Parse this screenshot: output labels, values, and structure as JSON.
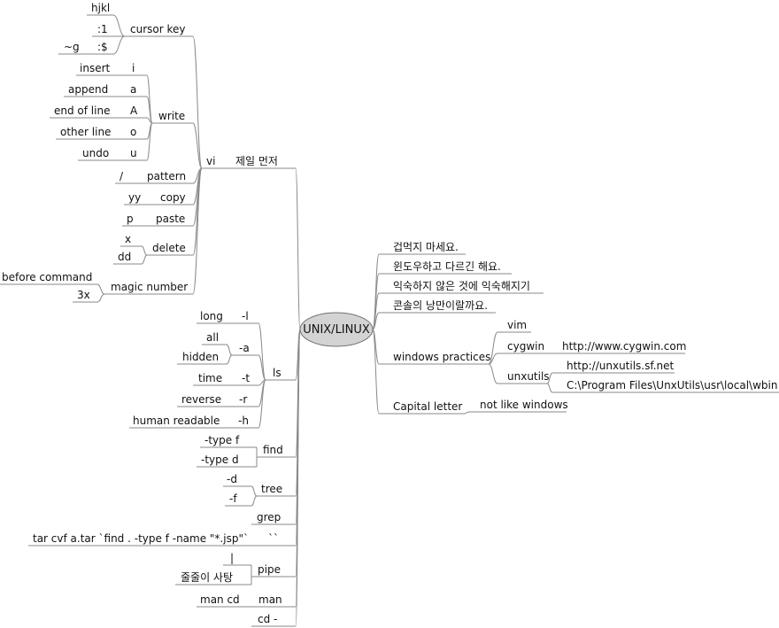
{
  "root": "UNIX/LINUX",
  "colors": {
    "root_fill": "#d3d3d3",
    "root_stroke": "#707070",
    "line": "#8a8a8a",
    "text": "#111111"
  },
  "left": {
    "first": "제일 먼저",
    "vi": {
      "label": "vi",
      "cursor_key": {
        "label": "cursor key",
        "items": [
          "hjkl",
          ":1",
          ":$",
          "~g"
        ]
      },
      "write": {
        "label": "write",
        "items": [
          {
            "key": "i",
            "desc": "insert"
          },
          {
            "key": "a",
            "desc": "append"
          },
          {
            "key": "A",
            "desc": "end of line"
          },
          {
            "key": "o",
            "desc": "other line"
          },
          {
            "key": "u",
            "desc": "undo"
          }
        ]
      },
      "pattern": {
        "label": "pattern",
        "key": "/"
      },
      "copy": {
        "label": "copy",
        "key": "yy"
      },
      "paste": {
        "label": "paste",
        "key": "p"
      },
      "delete": {
        "label": "delete",
        "keys": [
          "x",
          "dd"
        ]
      },
      "magic_number": {
        "label": "magic number",
        "items": [
          "before command",
          "3x"
        ]
      }
    },
    "ls": {
      "label": "ls",
      "options": [
        {
          "flag": "-l",
          "items": [
            "long"
          ]
        },
        {
          "flag": "-a",
          "items": [
            "all",
            "hidden"
          ]
        },
        {
          "flag": "-t",
          "items": [
            "time"
          ]
        },
        {
          "flag": "-r",
          "items": [
            "reverse"
          ]
        },
        {
          "flag": "-h",
          "items": [
            "human readable"
          ]
        }
      ]
    },
    "find": {
      "label": "find",
      "items": [
        "-type f",
        "-type d"
      ]
    },
    "tree": {
      "label": "tree",
      "items": [
        "-d",
        "-f"
      ]
    },
    "grep": "grep",
    "backtick": {
      "label": "``",
      "example": "tar cvf a.tar `find . -type f -name \"*.jsp\"`"
    },
    "pipe": {
      "label": "pipe",
      "items": [
        "|",
        "줄줄이 사탕"
      ]
    },
    "man": {
      "label": "man",
      "example": "man cd"
    },
    "cd": "cd -"
  },
  "right": {
    "notes": [
      "겁먹지 마세요.",
      "윈도우하고 다르긴 해요.",
      "익숙하지 않은 것에 익숙해지기",
      "콘솔의 낭만이랄까요."
    ],
    "windows_practices": {
      "label": "windows practices",
      "vim": "vim",
      "cygwin": {
        "label": "cygwin",
        "url": "http://www.cygwin.com"
      },
      "unxutils": {
        "label": "unxutils",
        "url": "http://unxutils.sf.net",
        "path": "C:\\Program Files\\UnxUtils\\usr\\local\\wbin"
      }
    },
    "capital_letter": {
      "label": "Capital letter",
      "note": "not like windows"
    }
  }
}
